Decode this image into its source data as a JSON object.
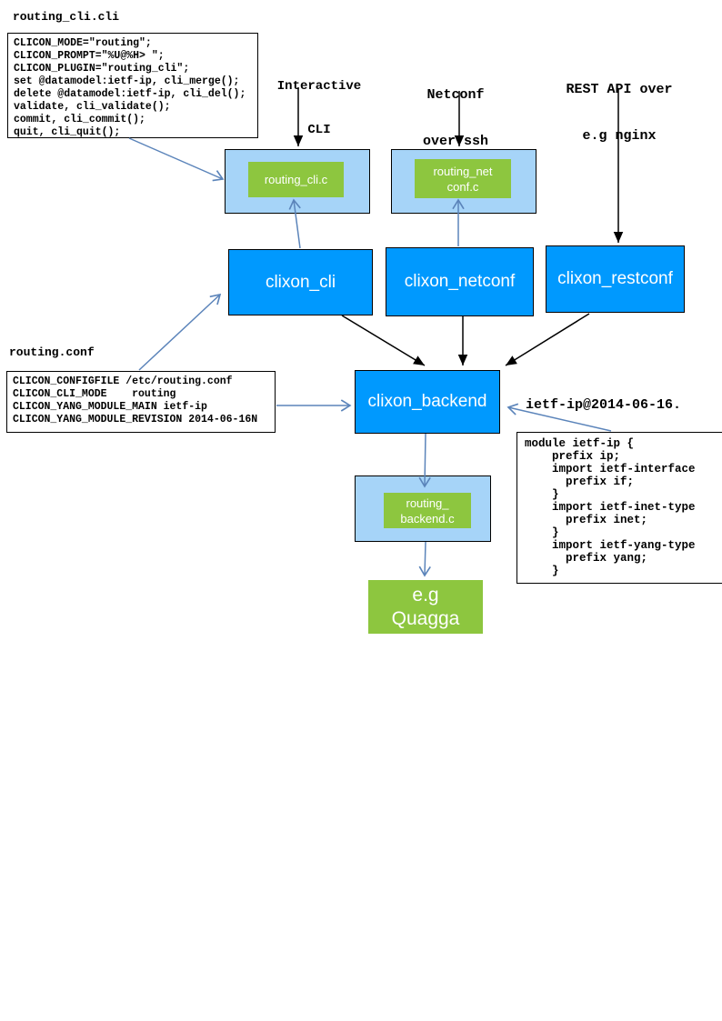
{
  "files": {
    "cli_file": {
      "title": "routing_cli.cli",
      "lines": [
        "CLICON_MODE=\"routing\";",
        "CLICON_PROMPT=\"%U@%H> \";",
        "CLICON_PLUGIN=\"routing_cli\";",
        "set @datamodel:ietf-ip, cli_merge();",
        "delete @datamodel:ietf-ip, cli_del();",
        "validate, cli_validate();",
        "commit, cli_commit();",
        "quit, cli_quit();"
      ]
    },
    "conf_file": {
      "title": "routing.conf",
      "lines": [
        "CLICON_CONFIGFILE /etc/routing.conf",
        "CLICON_CLI_MODE    routing",
        "CLICON_YANG_MODULE_MAIN ietf-ip",
        "CLICON_YANG_MODULE_REVISION 2014-06-16N"
      ]
    },
    "yang_file": {
      "label": "ietf-ip@2014-06-16.",
      "lines": [
        "module ietf-ip {",
        "    prefix ip;",
        "    import ietf-interface",
        "      prefix if;",
        "    }",
        "    import ietf-inet-type",
        "      prefix inet;",
        "    }",
        "    import ietf-yang-type",
        "      prefix yang;",
        "    }"
      ]
    }
  },
  "labels": {
    "interactive": [
      "Interactive",
      "CLI"
    ],
    "netconf": [
      "Netconf",
      "over ssh"
    ],
    "rest": [
      "REST API over",
      "e.g nginx"
    ]
  },
  "nodes": {
    "routing_cli_c": "routing_cli.c",
    "routing_netconf_c": [
      "routing_net",
      "conf.c"
    ],
    "clixon_cli": "clixon_cli",
    "clixon_netconf": "clixon_netconf",
    "clixon_restconf": "clixon_restconf",
    "clixon_backend": "clixon_backend",
    "routing_backend_c": [
      "routing_",
      "backend.c"
    ],
    "quagga": [
      "e.g",
      "Quagga"
    ]
  },
  "colors": {
    "bright_blue": "#0099fe",
    "light_blue": "#a6d4f8",
    "green": "#8dc63f",
    "arrow_blue": "#5b84ba",
    "arrow_black": "#000000"
  }
}
